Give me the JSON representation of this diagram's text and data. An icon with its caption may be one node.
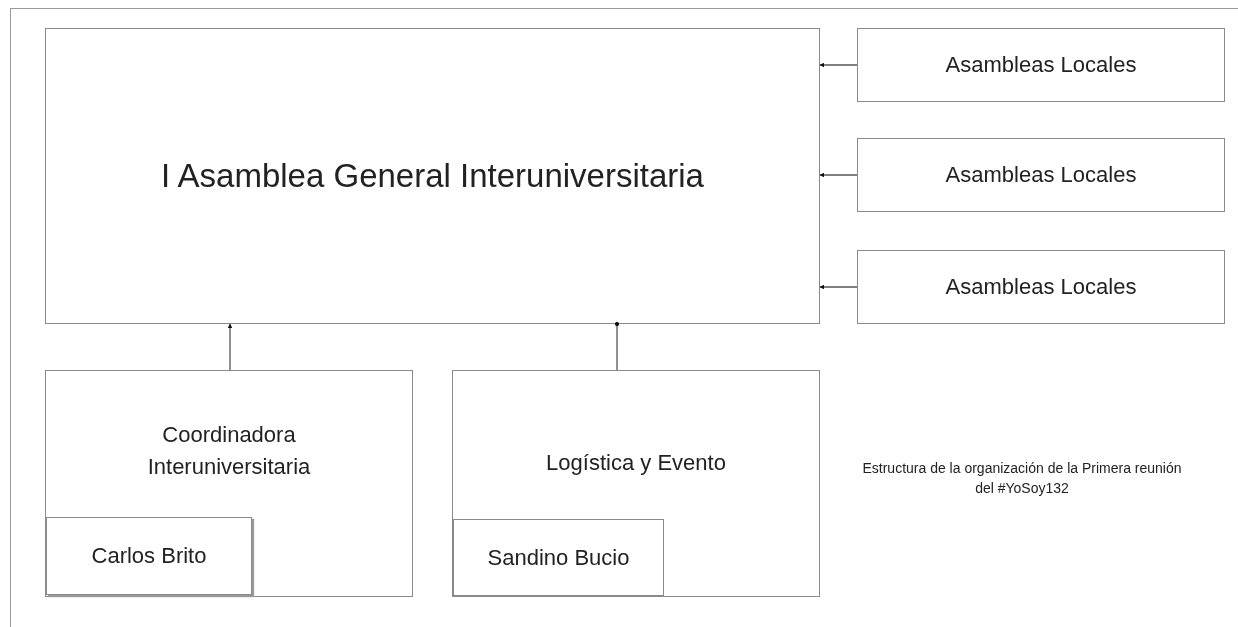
{
  "diagram": {
    "nodes": [
      {
        "text": [
          "I Asamblea General Interuniversitaria"
        ]
      },
      {
        "text": [
          "Asambleas Locales"
        ]
      },
      {
        "text": [
          "Asambleas Locales"
        ]
      },
      {
        "text": [
          "Asambleas Locales"
        ]
      },
      {
        "text": [
          "Coordinadora Interuniversitaria"
        ]
      },
      {
        "text": [
          "Carlos Brito"
        ],
        "in": 4
      },
      {
        "text": [
          "Logística y Evento"
        ]
      },
      {
        "text": [
          "Sandino Bucio"
        ],
        "in": 6
      }
    ],
    "edges": [
      {
        "from": 1,
        "to": 0,
        "arrow": "to"
      },
      {
        "from": 2,
        "to": 0,
        "arrow": "to"
      },
      {
        "from": 3,
        "to": 0,
        "arrow": "to"
      },
      {
        "from": 4,
        "to": 0,
        "arrow": "to"
      },
      {
        "from": 6,
        "to": 0,
        "arrow": "other"
      }
    ],
    "labels": [
      "Estructura de la organización de la Primera reunión del #YoSoy132"
    ]
  }
}
